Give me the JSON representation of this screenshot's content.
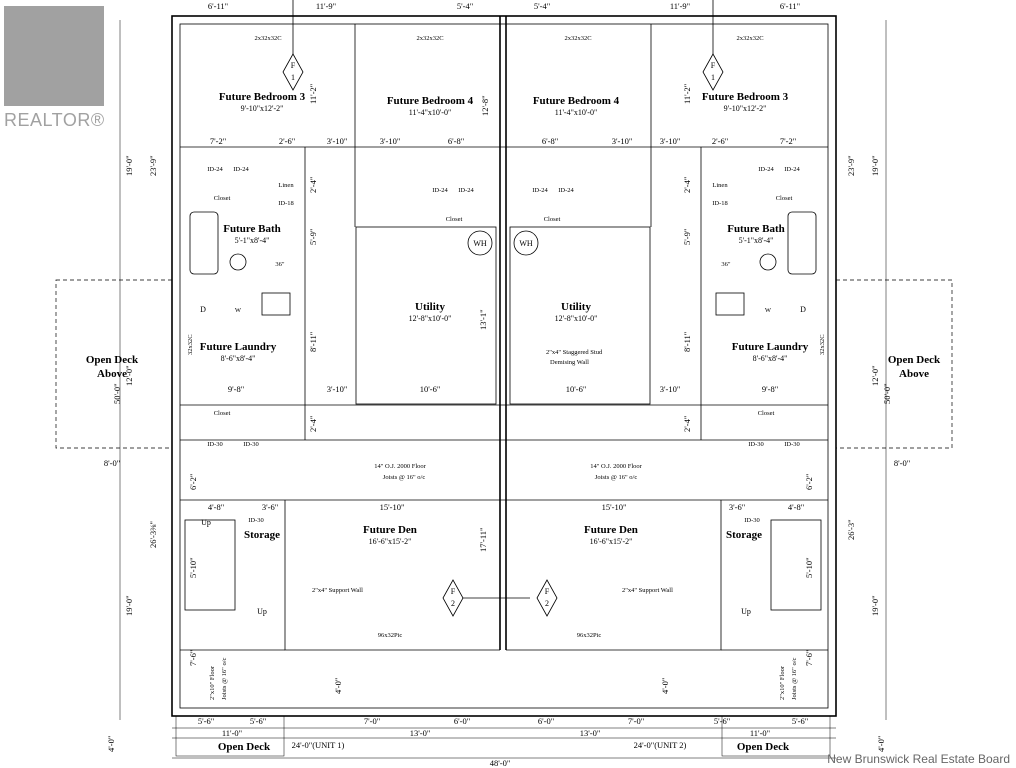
{
  "watermark": {
    "brand": "REALTOR®",
    "credit": "New Brunswick Real Estate Board"
  },
  "rooms": {
    "bed3": "Future Bedroom 3",
    "bed3_size": "9'-10\"x12'-2\"",
    "bed4": "Future Bedroom 4",
    "bed4_size": "11'-4\"x10'-0\"",
    "bath": "Future Bath",
    "bath_size": "5'-1\"x8'-4\"",
    "utility": "Utility",
    "utility_size": "12'-8\"x10'-0\"",
    "laundry": "Future Laundry",
    "laundry_size": "8'-6\"x8'-4\"",
    "den": "Future Den",
    "den_size": "16'-6\"x15'-2\"",
    "storage": "Storage",
    "closet": "Closet",
    "linen": "Linen",
    "deck_above_1": "Open Deck",
    "deck_above_2": "Above",
    "open_deck": "Open Deck"
  },
  "notes": {
    "window_top": "2x32x32C",
    "window_side": "32x32C",
    "window_bottom": "96x32Pic",
    "joist_1": "14\" O.J. 2000 Floor",
    "joist_2": "Joists @ 16\" o/c",
    "support_wall": "2\"x4\" Support Wall",
    "stud_1": "2\"x4\" Staggered Stud",
    "stud_2": "Demising Wall",
    "floor_joist_1": "2\"x10\" Floor",
    "floor_joist_2": "Joists @ 16\" o/c",
    "wh": "WH",
    "up": "Up",
    "dryer": "D",
    "washer": "W",
    "shower": "36\"",
    "bifold": "ID-24",
    "bifold30": "ID-30",
    "bifold18": "ID-18",
    "section_f": "F",
    "section_1": "1",
    "section_2": "2"
  },
  "dims": {
    "top_a": "6'-11\"",
    "top_b": "11'-9\"",
    "top_c": "5'-4\"",
    "r1_a": "7'-2\"",
    "r1_b": "2'-6\"",
    "r1_c": "3'-10\"",
    "r1_d": "3'-10\"",
    "r1_e": "6'-8\"",
    "v_11_2": "11'-2\"",
    "v_12_8": "12'-8\"",
    "v_2_4": "2'-4\"",
    "v_5_9": "5'-9\"",
    "v_13_1": "13'-1\"",
    "v_8_11": "8'-11\"",
    "v_6_2": "6'-2\"",
    "v_5_10": "5'-10\"",
    "v_17_11": "17'-11\"",
    "v_7_6": "7'-6\"",
    "v_4_0": "4'-0\"",
    "h_9_8": "9'-8\"",
    "h_3_10": "3'-10\"",
    "h_10_6": "10'-6\"",
    "h_4_8": "4'-8\"",
    "h_3_6": "3'-6\"",
    "h_15_10": "15'-10\"",
    "b_5_6": "5'-6\"",
    "b_7_0": "7'-0\"",
    "b_6_0": "6'-0\"",
    "b_11_0": "11'-0\"",
    "b_13_0": "13'-0\"",
    "unit1": "24'-0\"(UNIT 1)",
    "unit2": "24'-0\"(UNIT 2)",
    "overall": "48'-0\"",
    "side_19_0": "19'-0\"",
    "side_23_9": "23'-9\"",
    "side_12_0": "12'-0\"",
    "side_50_0": "50'-0\"",
    "side_8_0": "8'-0\"",
    "side_26_3": "26'-3\"",
    "side_26_3_16": "26'-3⅜\"",
    "side_4_0": "4'-0\""
  }
}
